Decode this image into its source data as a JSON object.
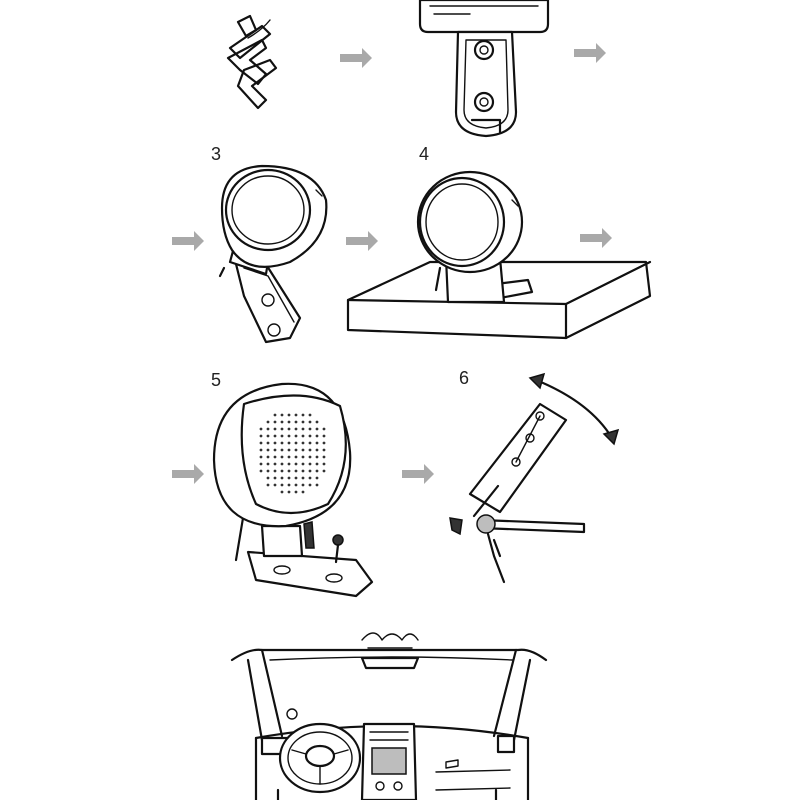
{
  "steps": [
    {
      "number": "3"
    },
    {
      "number": "4"
    },
    {
      "number": "5"
    },
    {
      "number": "6"
    }
  ],
  "colors": {
    "line": "#111111",
    "arrow": "#a9a9a9",
    "background": "#ffffff"
  }
}
